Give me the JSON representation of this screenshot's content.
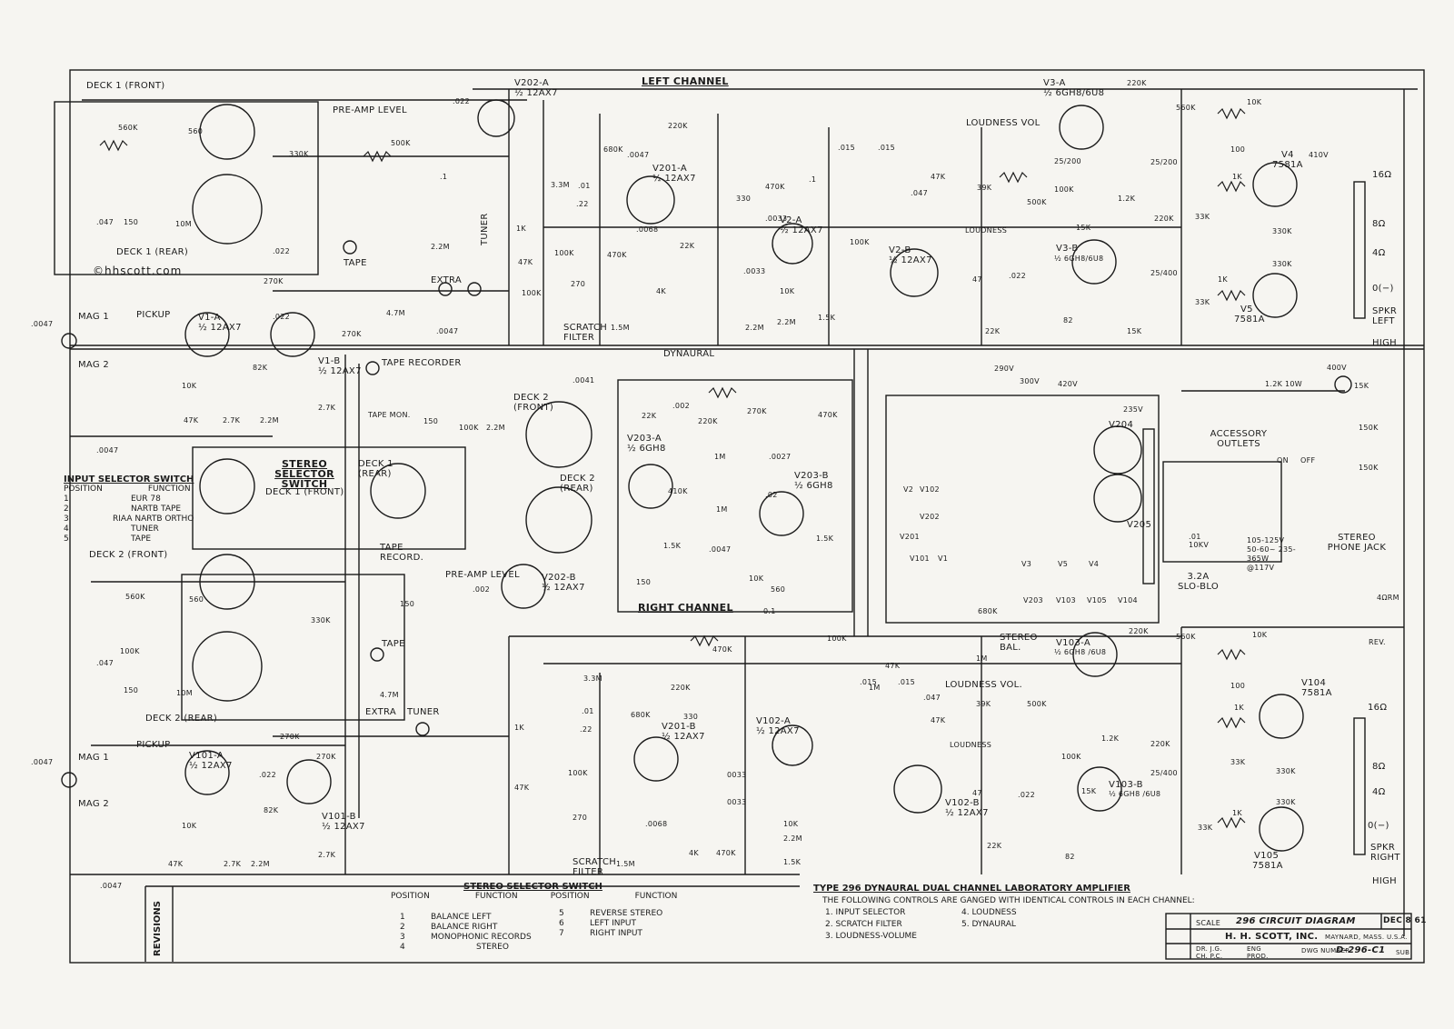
{
  "headings": {
    "left_channel": "LEFT CHANNEL",
    "right_channel": "RIGHT CHANNEL",
    "loudness_vol": "LOUDNESS VOL",
    "loudness_vol_right": "LOUDNESS VOL.",
    "accessory_outlets": "ACCESSORY OUTLETS",
    "stereo_phone_jack": "STEREO PHONE JACK",
    "stereo_bal": "STEREO BAL.",
    "dynaural": "DYNAURAL",
    "pre_amp_level_top": "PRE-AMP LEVEL",
    "pre_amp_level_bottom": "PRE-AMP LEVEL",
    "scratch_filter_top": "SCRATCH FILTER",
    "scratch_filter_bottom": "SCRATCH FILTER",
    "loudness_top": "LOUDNESS",
    "loudness_bottom": "LOUDNESS",
    "watermark": "©hhscott.com",
    "stereo_selector_box": "STEREO SELECTOR SWITCH"
  },
  "decks": {
    "deck1_front": "DECK 1 (FRONT)",
    "deck1_rear": "DECK 1 (REAR)",
    "deck1_front_mid": "DECK 1 (FRONT)",
    "deck1_rear_mid": "DECK 1 (REAR)",
    "deck2_front": "DECK 2 (FRONT)",
    "deck2_rear": "DECK 2 (REAR)",
    "deck2_front_mid": "DECK 2 (FRONT)",
    "deck2_rear_mid": "DECK 2 (REAR)"
  },
  "inputs": {
    "mag1_top": "MAG 1",
    "mag2_top": "MAG 2",
    "pickup_top": "PICKUP",
    "mag1_bottom": "MAG 1",
    "mag2_bottom": "MAG 2",
    "pickup_bottom": "PICKUP",
    "tape_top": "TAPE",
    "extra_top": "EXTRA",
    "tuner_top": "TUNER",
    "tape_recorder": "TAPE RECORDER",
    "tape_record": "TAPE RECORD.",
    "tape_mon": "TAPE MON.",
    "tape_bottom": "TAPE",
    "extra_bottom": "EXTRA",
    "tuner_bottom": "TUNER"
  },
  "tubes": {
    "v202a": "V202-A",
    "v202a_type": "½ 12AX7",
    "v1a": "V1-A",
    "v1a_type": "½ 12AX7",
    "v1b": "V1-B",
    "v1b_type": "½ 12AX7",
    "v201a": "V201-A",
    "v201a_type": "½ 12AX7",
    "v2a": "V2-A",
    "v2a_type": "½ 12AX7",
    "v2b": "V2-B",
    "v2b_type": "½ 12AX7",
    "v3a": "V3-A",
    "v3a_type": "½ 6GH8/6U8",
    "v3b": "V3-B",
    "v3b_type": "½ 6GH8/6U8",
    "v4": "V4",
    "v4_type": "7581A",
    "v5": "V5",
    "v5_type": "7581A",
    "v203a": "V203-A",
    "v203a_type": "½ 6GH8",
    "v203b": "V203-B",
    "v203b_type": "½ 6GH8",
    "v204": "V204",
    "v205": "V205",
    "v202b": "V202-B",
    "v202b_type": "½ 12AX7",
    "v101a": "V101-A",
    "v101a_type": "½ 12AX7",
    "v101b": "V101-B",
    "v101b_type": "½ 12AX7",
    "v201b": "V201-B",
    "v201b_type": "½ 12AX7",
    "v102a": "V102-A",
    "v102a_type": "½ 12AX7",
    "v102b": "V102-B",
    "v102b_type": "½ 12AX7",
    "v103a": "V103-A",
    "v103a_type": "½ 6GH8 /6U8",
    "v103b": "V103-B",
    "v103b_type": "½ 6GH8 /6U8",
    "v104": "V104",
    "v104_type": "7581A",
    "v105": "V105",
    "v105_type": "7581A"
  },
  "components": {
    "r1": "560K",
    "c2": "560",
    "c3": ".022",
    "r11": "330K",
    "r12": "500K",
    "c4": ".047",
    "c5": "150",
    "r3": "10M",
    "c6": ".022",
    "c7": ".022",
    "r10": "270K",
    "r13": "270K",
    "r14": "4.7M",
    "c1": ".0047",
    "r4": "10K",
    "r5": "47K",
    "r6": "2.7K",
    "r7": "82K",
    "r8": "2.2M",
    "r9": "2.7K",
    "c8": ".0047",
    "c9": ".1",
    "r8b": "2.2M",
    "c10": ".0047",
    "c11": "150",
    "r15": "100K",
    "r16": "2.2M",
    "c12": ".0041",
    "c15": ".01",
    "r23": "3.3M",
    "c16": ".22",
    "r18": "1K",
    "r20": "47K",
    "r22": "100K",
    "r21": "100K",
    "c13": "270",
    "r26": "470K",
    "r27": "1.5M",
    "r24": "680K",
    "r25": "220K",
    "c17": ".0047",
    "r28": "22K",
    "r29": "330",
    "r30": "4K",
    "c18": ".0068",
    "c19": ".0033",
    "r31": "470K",
    "r35": "10K",
    "r34": "2.2M",
    "r36": "1.5K",
    "c20": ".0033",
    "r33": "2.2M",
    "c21": ".1",
    "c22": ".015",
    "c23": ".015",
    "r37": "100K",
    "r40": "47K",
    "r41": "39K",
    "c27": ".047",
    "r43": "500K",
    "c28": "47",
    "c29": ".022",
    "r44": "22K",
    "r45": "560K",
    "r46": "220K",
    "r48": "1.2K",
    "r49": "220K",
    "c31": "25/200",
    "c30": "25/200",
    "r51": "100K",
    "r50": "15K",
    "r53": "10K",
    "r54": "1K",
    "r55": "33K",
    "r56": "1K",
    "r57": "33K",
    "r58": "330K",
    "r59": "330K",
    "r60": "1K",
    "r61": "1.2K 10W",
    "r62": "15K",
    "r63": "150K",
    "r64": "150K",
    "c33": "25/400",
    "c34": "82",
    "r52": "15K",
    "c35": "100",
    "r209": "680K",
    "r205": "680K",
    "v_410": "410V",
    "v_400": "400V",
    "v_290": "290V",
    "v_300": "300V",
    "v_420": "420V",
    "r101": "560K",
    "c103": "560",
    "c104": ".047",
    "c105": "150",
    "r103": "10M",
    "r102": "100K",
    "r104": "10K",
    "r105": "47K",
    "r106": "2.7K",
    "r107": "82K",
    "r108": "2.2M",
    "r109": "2.7K",
    "r110": "270K",
    "r111": "270K",
    "c101": ".0047",
    "c102": ".0047",
    "c108": ".022",
    "r116": "330K",
    "c112": "150",
    "r118": "4.7M",
    "r119": "1K",
    "r120": "47K",
    "r122": "100K",
    "r123": "3.3M",
    "c115": ".01",
    "c116": ".22",
    "c117": "270",
    "r125": "1.5M",
    "r126": "470K",
    "r124": "680K",
    "r128": "220K",
    "r129": "330",
    "r130": "4K",
    "r131": "470K",
    "r132": "2.2M",
    "r133": "10K",
    "r134": "1.5K",
    "c119": "0033",
    "c120": "0033",
    "c118": ".0068",
    "r135": "100K",
    "r136": "1M",
    "r137": "47K",
    "r138": "1M",
    "c122": ".015",
    "c123": ".015",
    "r140": "47K",
    "r141": "39K",
    "r142": "22K",
    "r143": "500K",
    "c127": ".047",
    "c128": "47",
    "c129": ".022",
    "r145": "560K",
    "r146": "220K",
    "r148": "1.2K",
    "r149": "220K",
    "r150": "100K",
    "r151": "15K",
    "r153": "10K",
    "r154": "1K",
    "r155": "33K",
    "r156": "1K",
    "r157": "33K",
    "r158": "330K",
    "r159": "330K",
    "c133": "25/400",
    "c134": "82",
    "c135": "100",
    "r214": "470K",
    "r212": "470K",
    "r206": "1.5K",
    "r207": "1M",
    "r208": "410K",
    "r210": "10K",
    "r213": "560",
    "c204": "0.1",
    "c206": ".02",
    "c207": ".0047",
    "c205": ".0027",
    "r211": "1.5K",
    "c208": ".002",
    "c202": ".002",
    "c203": "150",
    "r202": "270K",
    "r203": "220K",
    "r201": "22K",
    "r204": "1M"
  },
  "power": {
    "fuse": "3.2A SLO-BLO",
    "mains": "105-125V 50-60~ 235-365W @117V",
    "on": "ON",
    "off": "OFF",
    "c_filter": ".01 10KV",
    "heater_v2": "V2",
    "heater_v102": "V102",
    "heater_v202": "V202",
    "heater_v201": "V201",
    "heater_v101": "V101",
    "heater_v1": "V1",
    "heater_v3": "V3",
    "heater_v5": "V5",
    "heater_v4": "V4",
    "heater_v203": "V203",
    "heater_v103": "V103",
    "heater_v105": "V105",
    "heater_v104": "V104",
    "v_235": "235V"
  },
  "outputs": {
    "ohm16_top": "16Ω",
    "ohm8_top": "8Ω",
    "ohm4_top": "4Ω",
    "common_top": "0(−)",
    "spkr_left": "SPKR LEFT",
    "high_top": "HIGH",
    "ohm16_bottom": "16Ω",
    "ohm8_bottom": "8Ω",
    "ohm4_bottom": "4Ω",
    "common_bottom": "0(−)",
    "spkr_right": "SPKR RIGHT",
    "high_bottom": "HIGH",
    "ohm4_rev": "4ΩRM",
    "rev": "REV."
  },
  "input_selector": {
    "title": "INPUT SELECTOR SWITCH",
    "col_position": "POSITION",
    "col_function": "FUNCTION",
    "rows": [
      {
        "pos": "1",
        "fn": "EUR 78"
      },
      {
        "pos": "2",
        "fn": "NARTB TAPE"
      },
      {
        "pos": "3",
        "fn": "RIAA NARTB ORTHO"
      },
      {
        "pos": "4",
        "fn": "TUNER"
      },
      {
        "pos": "5",
        "fn": "TAPE"
      }
    ]
  },
  "stereo_selector": {
    "title": "STEREO SELECTOR SWITCH",
    "col_position": "POSITION",
    "col_function": "FUNCTION",
    "col_position2": "POSITION",
    "col_function2": "FUNCTION",
    "left_rows": [
      {
        "pos": "1",
        "fn": "BALANCE LEFT"
      },
      {
        "pos": "2",
        "fn": "BALANCE RIGHT"
      },
      {
        "pos": "3",
        "fn": "MONOPHONIC RECORDS"
      },
      {
        "pos": "4",
        "fn": "STEREO"
      }
    ],
    "right_rows": [
      {
        "pos": "5",
        "fn": "REVERSE STEREO"
      },
      {
        "pos": "6",
        "fn": "LEFT INPUT"
      },
      {
        "pos": "7",
        "fn": "RIGHT INPUT"
      }
    ]
  },
  "notes": {
    "type_line": "TYPE 296 DYNAURAL DUAL CHANNEL LABORATORY AMPLIFIER",
    "ganged": "THE FOLLOWING CONTROLS ARE GANGED WITH IDENTICAL CONTROLS IN EACH CHANNEL:",
    "items": [
      "1. INPUT SELECTOR",
      "2. SCRATCH FILTER",
      "3. LOUDNESS-VOLUME",
      "4. LOUDNESS",
      "5. DYNAURAL"
    ]
  },
  "title_block": {
    "revisions": "REVISIONS",
    "title": "296 CIRCUIT DIAGRAM",
    "date": "DEC 8 61",
    "company": "H. H. SCOTT, INC.",
    "location": "MAYNARD, MASS. U.S.A.",
    "drawing_number": "D-296-C1",
    "scale": "SCALE",
    "dr": "DR. J.G.",
    "ch": "CH. P.C.",
    "eng": "ENG",
    "prod": "PROD.",
    "dwg_number": "DWG NUMBER",
    "sub": "SUB"
  },
  "colors": {
    "paper": "#f6f5f1",
    "ink": "#1b1b1b"
  }
}
